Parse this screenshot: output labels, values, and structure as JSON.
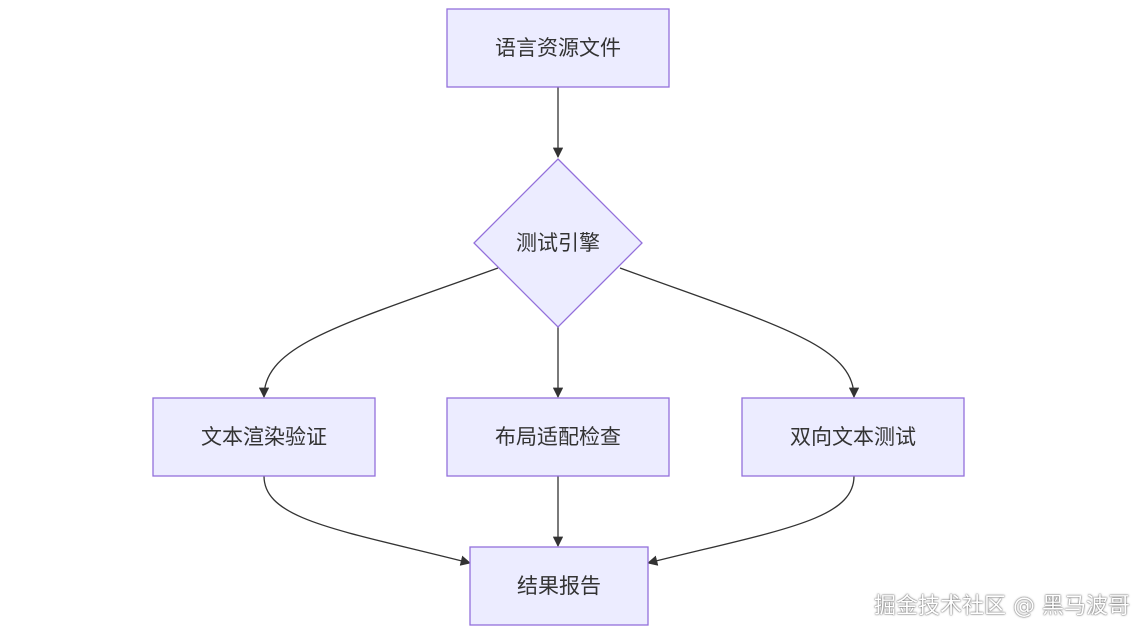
{
  "diagram": {
    "type": "flowchart",
    "nodes": {
      "source": {
        "label": "语言资源文件",
        "shape": "rect"
      },
      "engine": {
        "label": "测试引擎",
        "shape": "diamond"
      },
      "render": {
        "label": "文本渲染验证",
        "shape": "rect"
      },
      "layout": {
        "label": "布局适配检查",
        "shape": "rect"
      },
      "bidi": {
        "label": "双向文本测试",
        "shape": "rect"
      },
      "report": {
        "label": "结果报告",
        "shape": "rect"
      }
    },
    "edges": [
      {
        "from": "source",
        "to": "engine"
      },
      {
        "from": "engine",
        "to": "render"
      },
      {
        "from": "engine",
        "to": "layout"
      },
      {
        "from": "engine",
        "to": "bidi"
      },
      {
        "from": "render",
        "to": "report"
      },
      {
        "from": "layout",
        "to": "report"
      },
      {
        "from": "bidi",
        "to": "report"
      }
    ],
    "colors": {
      "node_fill": "#ececff",
      "node_stroke": "#9370db",
      "edge": "#333333",
      "text": "#333333"
    }
  },
  "watermark": {
    "text": "掘金技术社区 @ 黑马波哥"
  }
}
